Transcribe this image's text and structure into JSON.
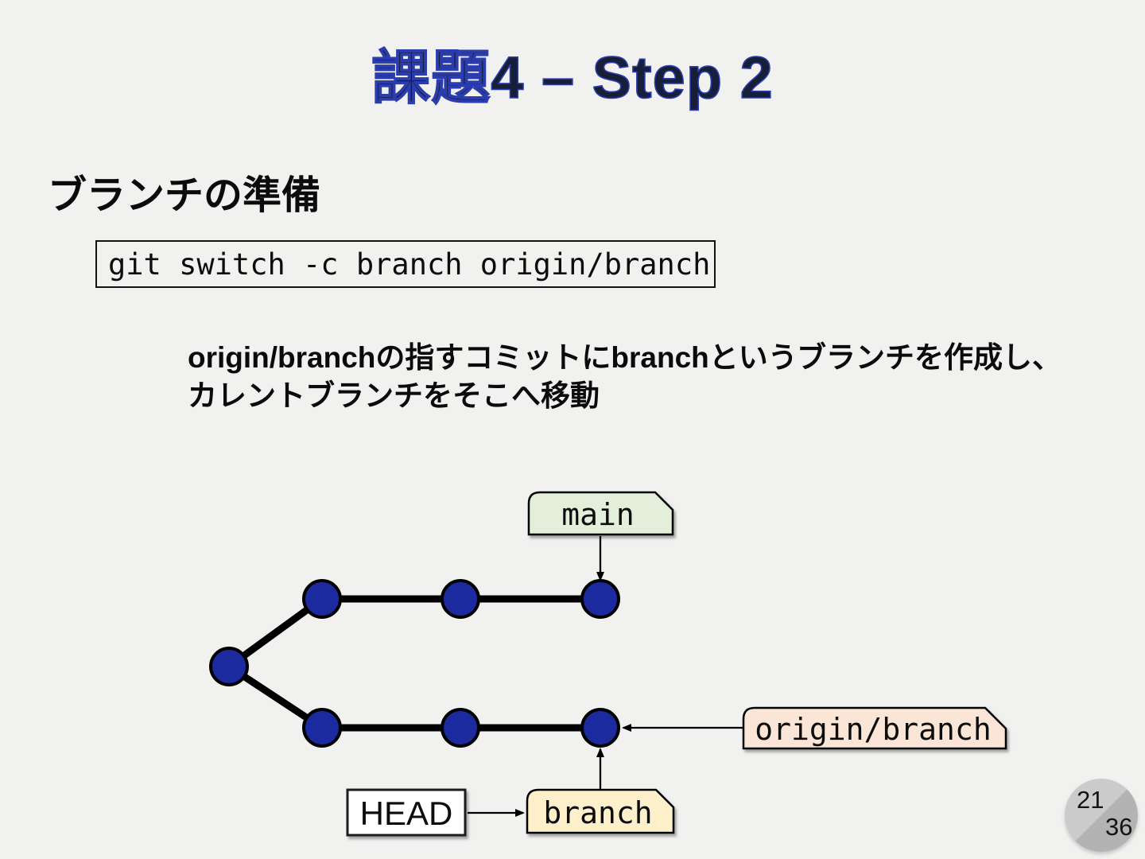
{
  "slide": {
    "title": "課題4 – Step 2",
    "page_current": "21",
    "page_total": "36"
  },
  "content": {
    "heading": "ブランチの準備",
    "command": "git switch -c branch origin/branch",
    "description_line1": "origin/branchの指すコミットにbranchというブランチを作成し、",
    "description_line2": "カレントブランチをそこへ移動"
  },
  "diagram": {
    "labels": {
      "main": "main",
      "origin_branch": "origin/branch",
      "branch": "branch",
      "head": "HEAD"
    },
    "colors": {
      "commit_fill": "#1c2aa0",
      "commit_stroke": "#000000",
      "edge": "#000000",
      "main_tag_fill": "#e3efdb",
      "origin_tag_fill": "#fbe5d6",
      "branch_tag_fill": "#fdf0cb",
      "head_box_fill": "#ffffff",
      "label_stroke": "#000000"
    }
  },
  "colors": {
    "background": "#f1f1f0",
    "title_text": "#171e38",
    "title_outline": "#2b3cae",
    "body_text": "#0b0b0b",
    "page_circle_light": "#cbcbcb",
    "page_circle_dark": "#b3b3b3"
  }
}
